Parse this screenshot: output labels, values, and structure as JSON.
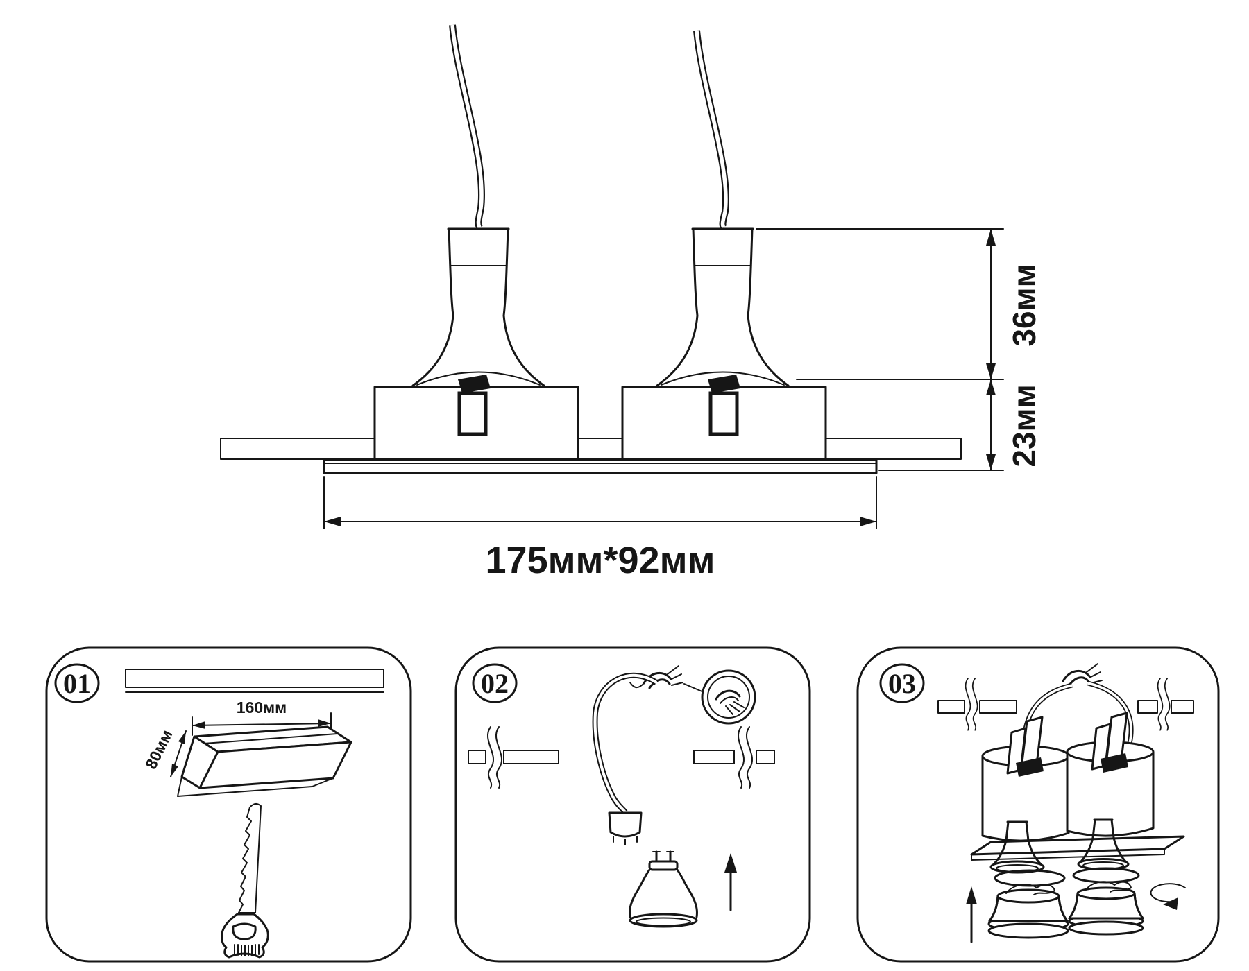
{
  "main_diagram": {
    "labels": {
      "height_above": "36мм",
      "height_below": "23мм",
      "cutout_size": "175мм*92мм"
    }
  },
  "steps": [
    {
      "badge": "01",
      "labels": {
        "cut_width": "160мм",
        "cut_depth": "80мм"
      }
    },
    {
      "badge": "02"
    },
    {
      "badge": "03"
    }
  ],
  "icons": {
    "up_arrow": "upward installation arrow",
    "rotate_arrow": "twist-lock rotate arrow",
    "magnifier": "wire connector detail magnifier",
    "saw": "drywall saw"
  },
  "colors": {
    "line": "#161616",
    "background": "#ffffff"
  }
}
